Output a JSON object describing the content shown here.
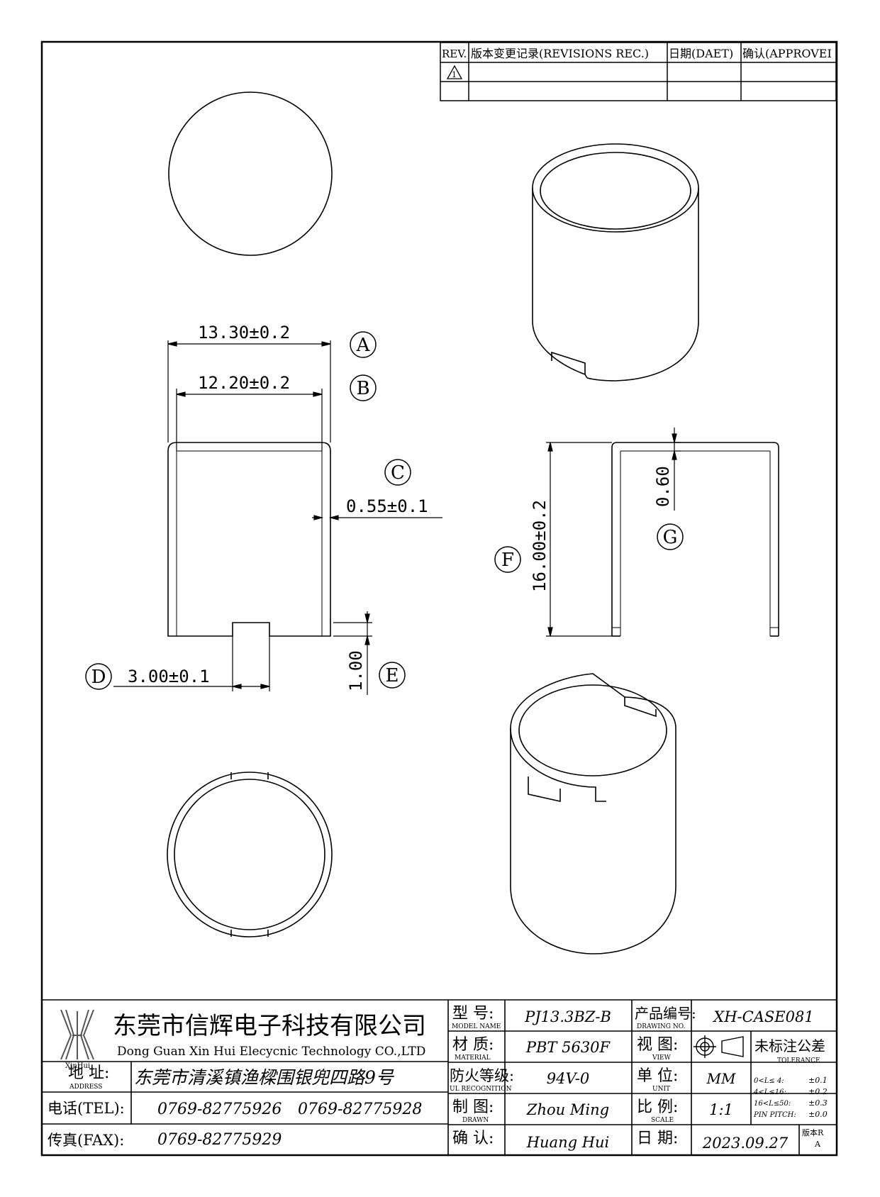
{
  "revision_table": {
    "headers": {
      "rev": "REV.",
      "record": "版本变更记录(REVISIONS REC.)",
      "date": "日期(DAET)",
      "approve": "确认(APPROVEI"
    },
    "rows": [
      {
        "rev": "1",
        "record": "",
        "date": "",
        "approve": ""
      },
      {
        "rev": "",
        "record": "",
        "date": "",
        "approve": ""
      }
    ]
  },
  "dimensions": {
    "A": {
      "label": "A",
      "text": "13.30±0.2"
    },
    "B": {
      "label": "B",
      "text": "12.20±0.2"
    },
    "C": {
      "label": "C",
      "text": "0.55±0.1"
    },
    "D": {
      "label": "D",
      "text": "3.00±0.1"
    },
    "E": {
      "label": "E",
      "text": "1.00"
    },
    "F": {
      "label": "F",
      "text": "16.00±0.2"
    },
    "G": {
      "label": "G",
      "text": "0.60"
    }
  },
  "title_block": {
    "logo_text": "XinHui",
    "company_cn": "东莞市信辉电子科技有限公司",
    "company_en": "Dong Guan Xin Hui Elecycnic Technology CO.,LTD",
    "address_label": "地  址:",
    "address_label_en": "ADDRESS",
    "address": "东莞市清溪镇渔樑围银兜四路9号",
    "tel_label": "电话(TEL):",
    "tel1": "0769-82775926",
    "tel2": "0769-82775928",
    "fax_label": "传真(FAX):",
    "fax": "0769-82775929",
    "model_label": "型  号:",
    "model_label_en": "MODEL NAME",
    "model": "PJ13.3BZ-B",
    "material_label": "材  质:",
    "material_label_en": "MATERIAL",
    "material": "PBT 5630F",
    "ul_label": "防火等级:",
    "ul_label_en": "UL RECOGNITION",
    "ul": "94V-0",
    "drawn_label": "制  图:",
    "drawn_label_en": "DRAWN",
    "drawn": "Zhou Ming",
    "check_label": "确  认:",
    "check": "Huang Hui",
    "drawing_no_label": "产品编号:",
    "drawing_no_label_en": "DRAWING NO.",
    "drawing_no": "XH-CASE081",
    "view_label": "视  图:",
    "view_label_en": "VIEW",
    "unit_label": "单  位:",
    "unit_label_en": "UNIT",
    "unit": "MM",
    "scale_label": "比  例:",
    "scale_label_en": "SCALE",
    "scale": "1:1",
    "date_label": "日  期:",
    "date": "2023.09.27",
    "tolerance_title": "未标注公差",
    "tolerance_title_en": "TOLERANCE",
    "tolerances": [
      {
        "range": "0<L≤ 4:",
        "value": "±0.1"
      },
      {
        "range": "4<L≤16:",
        "value": "±0.2"
      },
      {
        "range": "16<L≤50:",
        "value": "±0.3"
      },
      {
        "range": "PIN PITCH:",
        "value": "±0.0"
      }
    ],
    "version_label": "版本R",
    "version": "A"
  }
}
